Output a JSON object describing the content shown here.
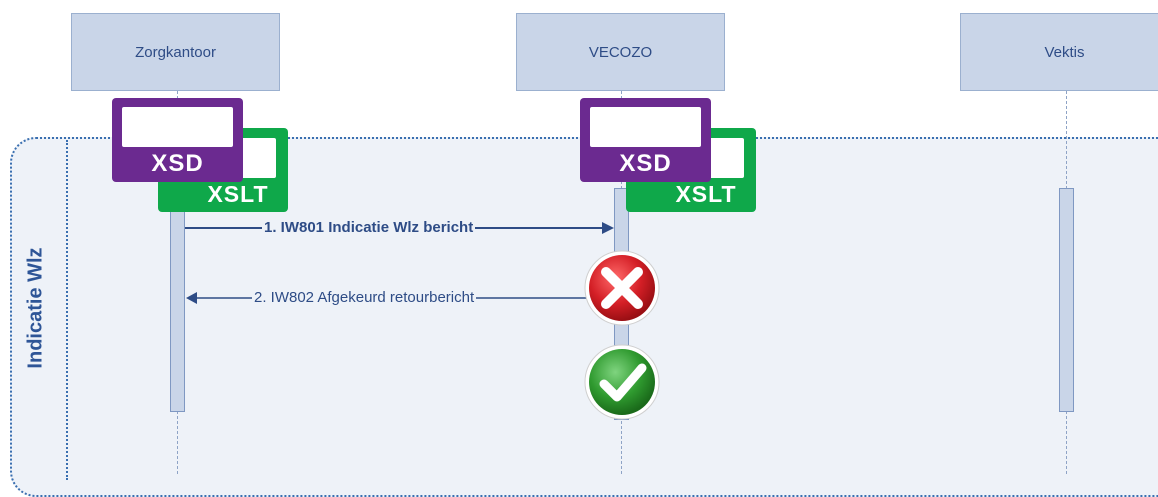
{
  "participants": [
    {
      "name": "Zorgkantoor"
    },
    {
      "name": "VECOZO"
    },
    {
      "name": "Vektis"
    }
  ],
  "frame": {
    "label": "Indicatie Wlz"
  },
  "artifacts": {
    "xsd_label": "XSD",
    "xslt_label": "XSLT"
  },
  "messages": [
    {
      "label": "1. IW801 Indicatie Wlz bericht",
      "from": "Zorgkantoor",
      "to": "VECOZO"
    },
    {
      "label": "2. IW802 Afgekeurd retourbericht",
      "from": "VECOZO",
      "to": "Zorgkantoor"
    }
  ],
  "status_icons": [
    {
      "icon": "error-cross-icon",
      "color": "#d41f26"
    },
    {
      "icon": "success-check-icon",
      "color": "#2f9a2f"
    }
  ],
  "colors": {
    "xsd": "#6b2a90",
    "xslt": "#0fa84a",
    "arrow": "#2e4c86"
  }
}
